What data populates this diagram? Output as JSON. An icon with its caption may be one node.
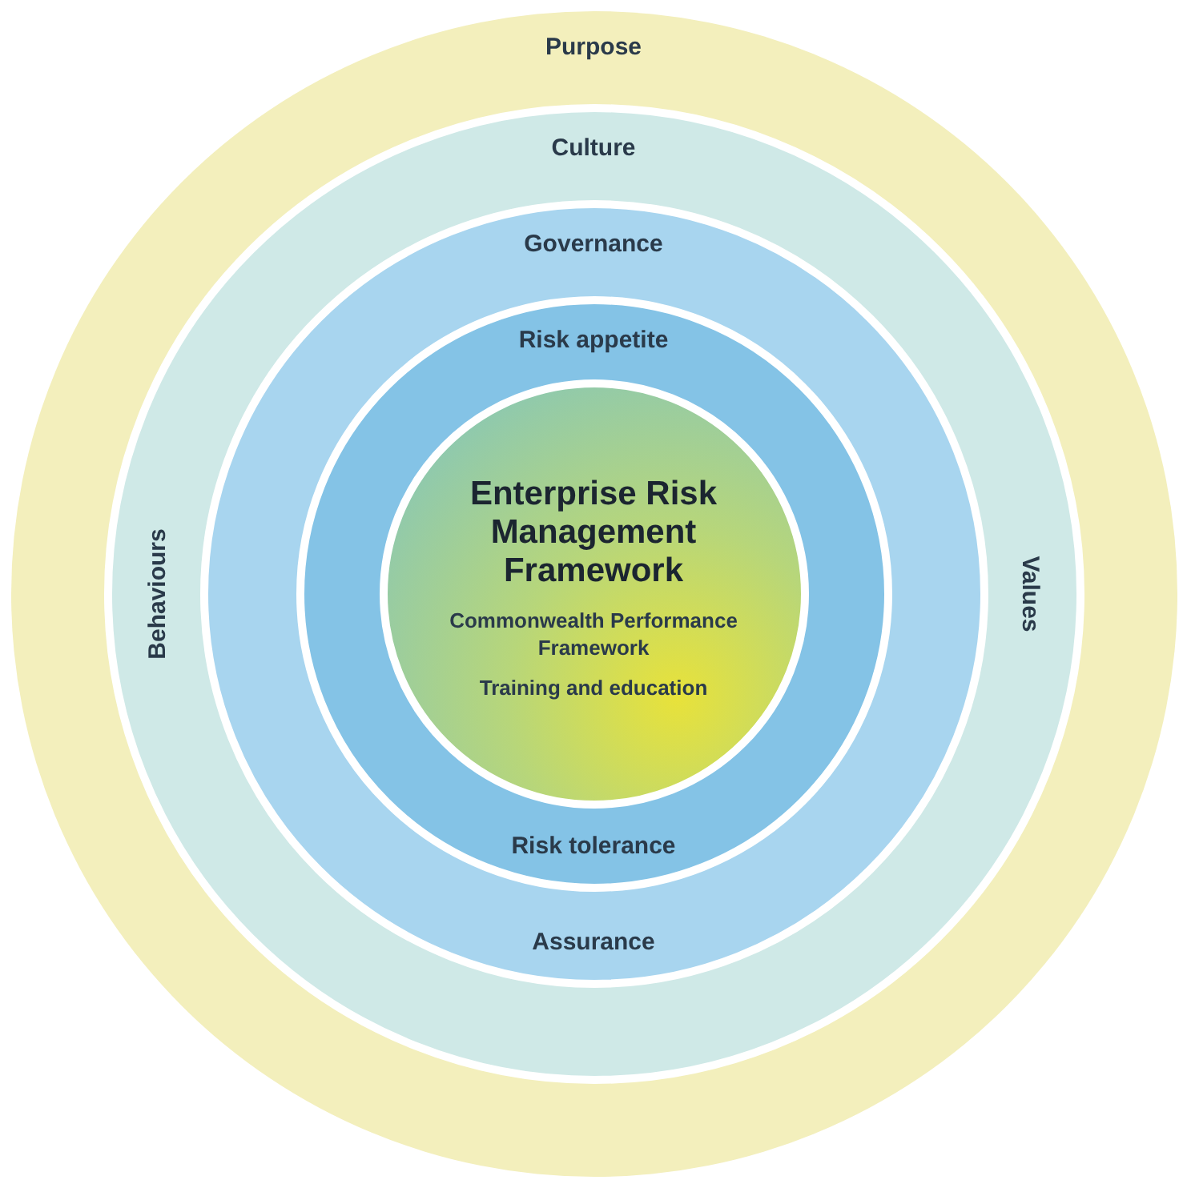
{
  "diagram": {
    "nodes": [
      {
        "text": [
          "Purpose"
        ]
      },
      {
        "text": [
          "Culture",
          "Behaviours",
          "Values"
        ],
        "in": 0
      },
      {
        "text": [
          "Governance",
          "Assurance"
        ],
        "in": 1
      },
      {
        "text": [
          "Risk appetite",
          "Risk tolerance"
        ],
        "in": 2
      },
      {
        "text": [
          "Enterprise Risk Management Framework",
          "Commonwealth Performance Framework",
          "Training and education"
        ],
        "in": 3
      }
    ]
  }
}
